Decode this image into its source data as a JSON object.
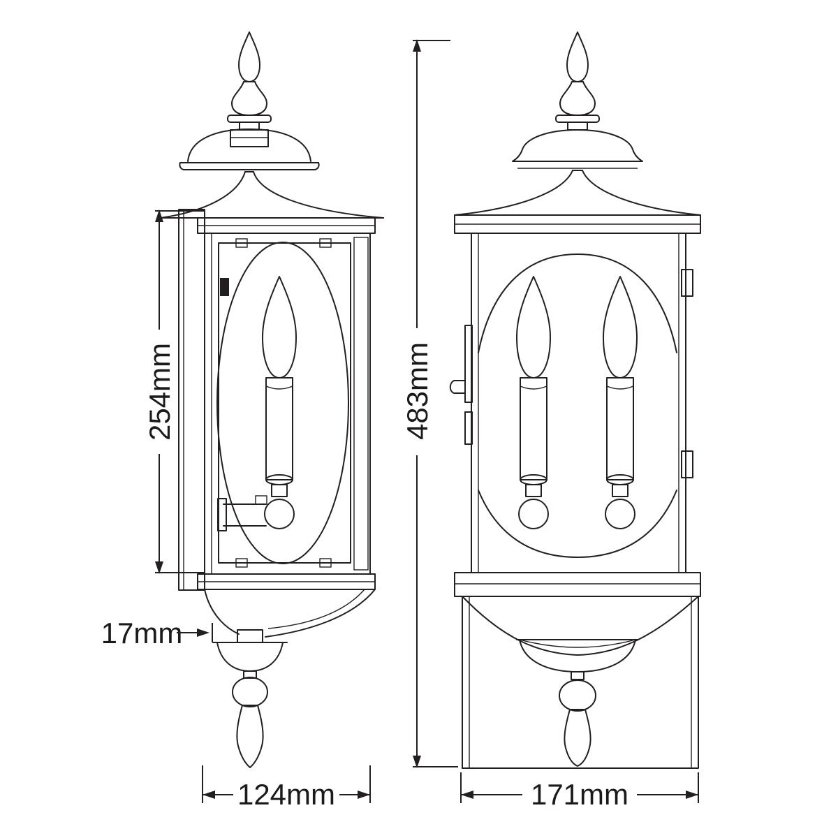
{
  "diagram": {
    "type": "technical-dimension-drawing",
    "subject": "two-view outdoor wall lantern light fixture",
    "line_color": "#231f20",
    "background": "#ffffff",
    "labels": {
      "side_height": "254mm",
      "side_projection": "17mm",
      "side_width": "124mm",
      "front_height": "483mm",
      "front_width": "171mm"
    }
  }
}
